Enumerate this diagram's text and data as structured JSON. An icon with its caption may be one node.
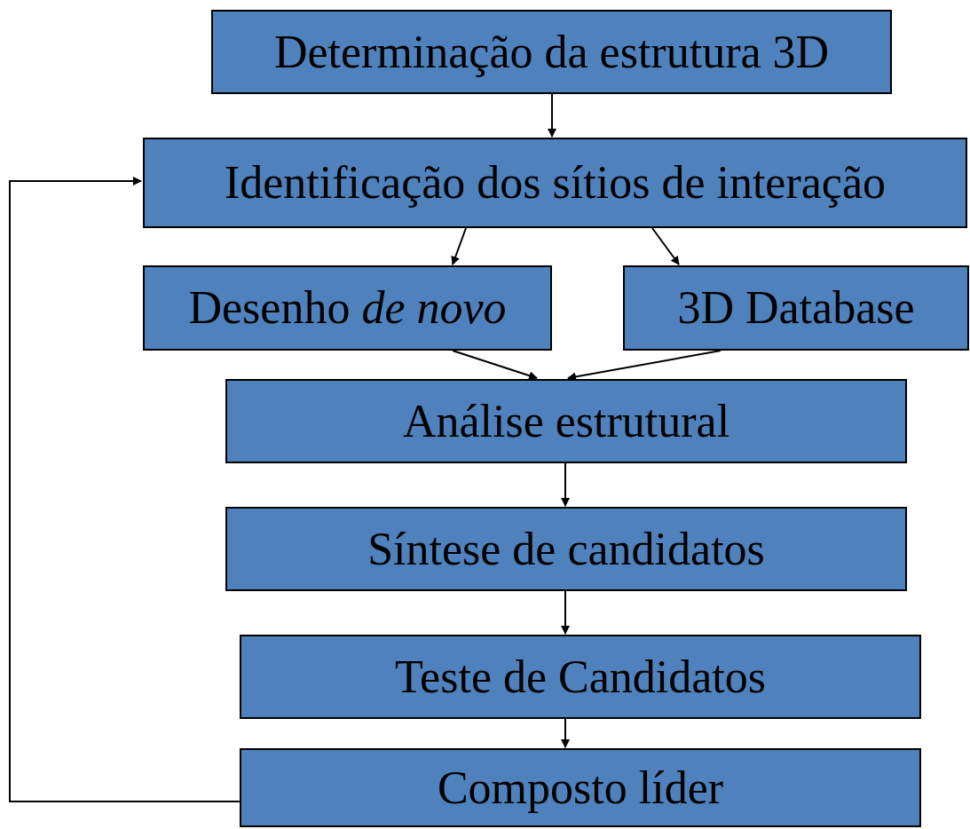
{
  "diagram": {
    "nodes": [
      {
        "text": [
          "Determinação da estrutura 3D"
        ]
      },
      {
        "text": [
          "Identificação dos sítios de interação"
        ]
      },
      {
        "text": [
          "Desenho *de novo*"
        ]
      },
      {
        "text": [
          "3D Database"
        ]
      },
      {
        "text": [
          "Análise estrutural"
        ]
      },
      {
        "text": [
          "Síntese de candidatos"
        ]
      },
      {
        "text": [
          "Teste de Candidatos"
        ]
      },
      {
        "text": [
          "Composto líder"
        ]
      }
    ],
    "edges": [
      {
        "from": 0,
        "to": 1,
        "arrow": "to"
      },
      {
        "from": 1,
        "to": 2,
        "arrow": "to"
      },
      {
        "from": 1,
        "to": 3,
        "arrow": "to"
      },
      {
        "from": 2,
        "to": 4,
        "arrow": "to"
      },
      {
        "from": 3,
        "to": 4,
        "arrow": "to"
      },
      {
        "from": 4,
        "to": 5,
        "arrow": "to"
      },
      {
        "from": 5,
        "to": 6,
        "arrow": "to"
      },
      {
        "from": 6,
        "to": 7,
        "arrow": "to"
      },
      {
        "from": 7,
        "to": 1,
        "arrow": "to"
      }
    ]
  }
}
